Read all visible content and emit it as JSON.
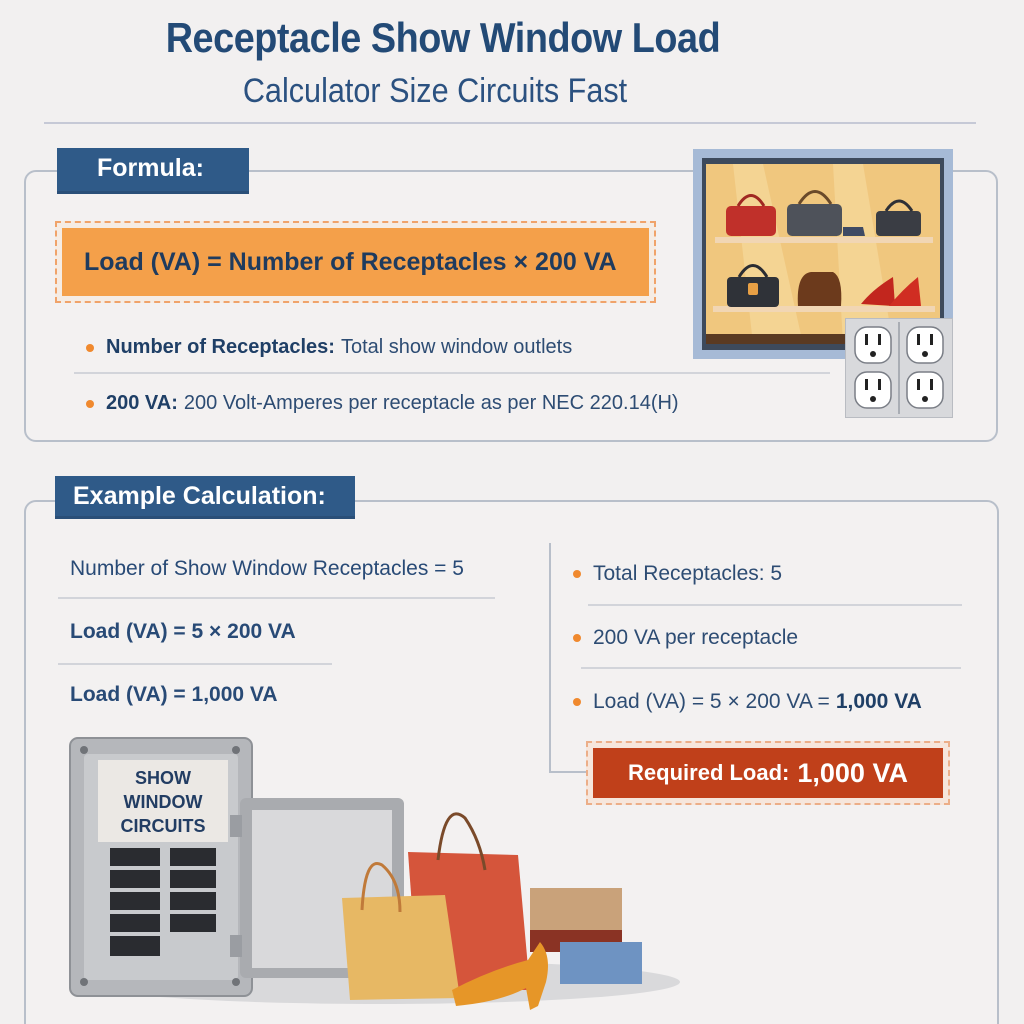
{
  "header": {
    "title": "Receptacle Show Window Load",
    "subtitle": "Calculator Size Circuits Fast"
  },
  "formula_section": {
    "tag": "Formula:",
    "formula": "Load (VA) = Number of Receptacles × 200 VA",
    "bullets": [
      {
        "label": "Number of Receptacles:",
        "text": "Total show window outlets"
      },
      {
        "label": "200 VA:",
        "text": "200 Volt-Amperes per receptacle as per  NEC 220.14(H)"
      }
    ],
    "illustration": {
      "window_icon": "show-window-handbags-shoes",
      "outlet_icon": "quad-duplex-outlet"
    }
  },
  "example_section": {
    "tag": "Example Calculation:",
    "left_lines": [
      {
        "text": "Number of Show Window Receptacles = 5",
        "bold": false
      },
      {
        "text": "Load (VA) = 5 × 200 VA",
        "bold": true
      },
      {
        "text": "Load (VA) = 1,000 VA",
        "bold": true
      }
    ],
    "right_bullets": [
      {
        "text": "Total Receptacles: 5"
      },
      {
        "text": "200 VA per receptacle"
      },
      {
        "prefix": "Load (VA) = 5 × 200 VA = ",
        "bold_suffix": "1,000 VA"
      }
    ],
    "result": {
      "label": "Required Load:",
      "value": "1,000 VA"
    },
    "panel_label": [
      "SHOW",
      "WINDOW",
      "CIRCUITS"
    ]
  },
  "colors": {
    "title_blue": "#234a76",
    "tag_blue": "#2f5a88",
    "formula_orange": "#f4a04a",
    "bullet_orange": "#f0892e",
    "result_red": "#c0401a",
    "background": "#f2f0f0"
  }
}
